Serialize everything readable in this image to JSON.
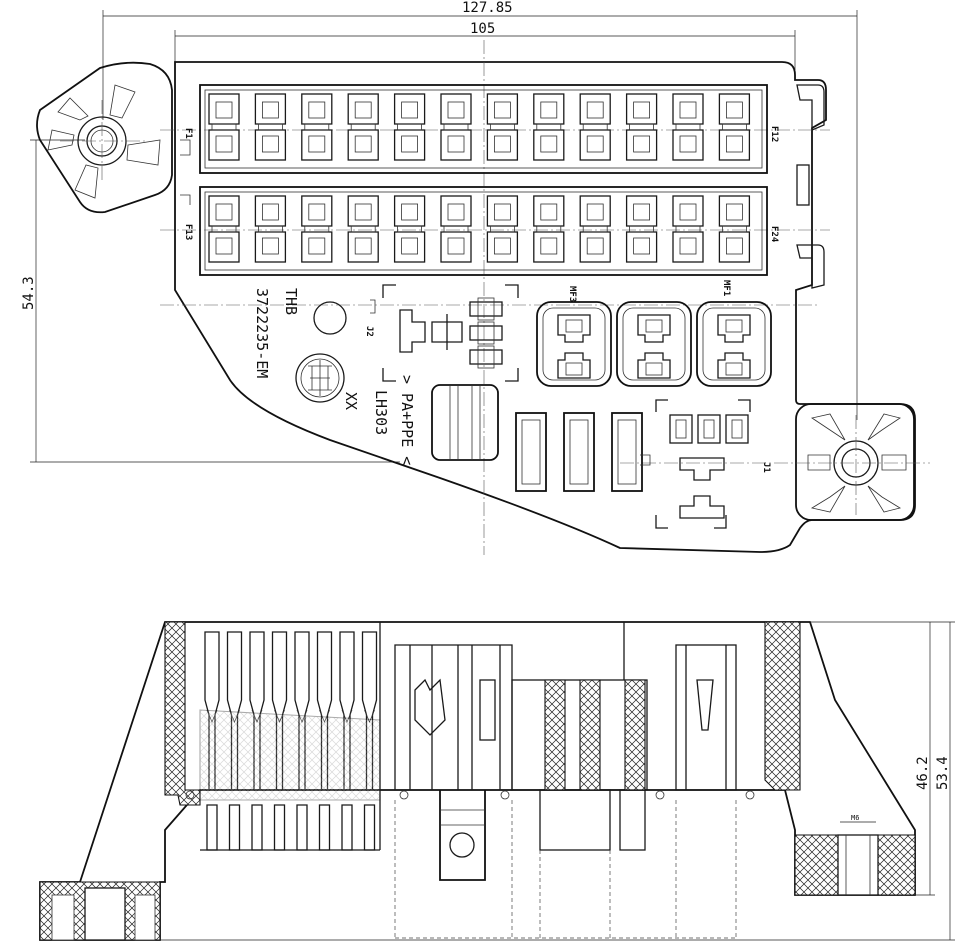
{
  "dimensions": {
    "overall_width": "127.85",
    "inner_width": "105",
    "height_left": "54.3",
    "height_right_a": "46.2",
    "height_right_b": "53.4",
    "thread": "M6"
  },
  "fuse_labels": {
    "f1": "F1",
    "f12": "F12",
    "f13": "F13",
    "f24": "F24"
  },
  "relay_labels": {
    "mf1": "MF1",
    "mf3": "MF3"
  },
  "connector_labels": {
    "j1": "J1",
    "j2": "J2"
  },
  "markings": {
    "maker": "THB",
    "part_number": "3722235-EM",
    "material": "> PA+PPE <",
    "code": "LH303",
    "rev": "XX"
  },
  "logo_icon": "manufacturer-logo"
}
